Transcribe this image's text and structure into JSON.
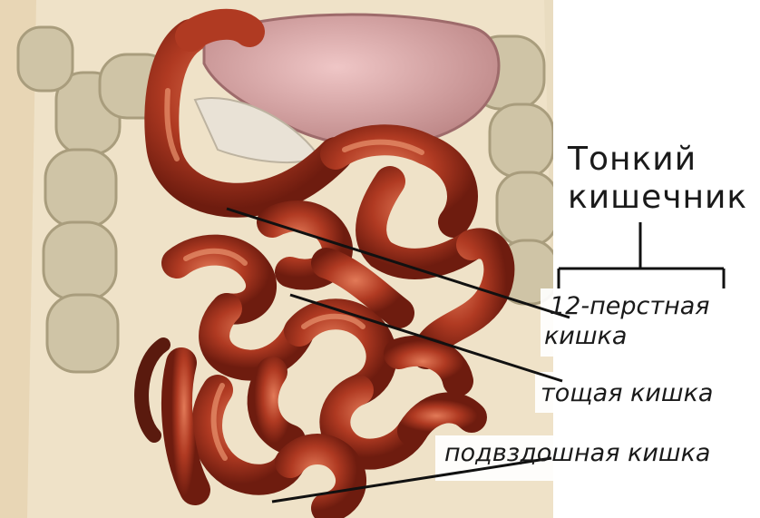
{
  "title": {
    "line1": "Тонкий",
    "line2": "кишечник"
  },
  "labels": {
    "duodenum_line1": "12-перстная",
    "duodenum_line2": "кишка",
    "jejunum": "тощая кишка",
    "ileum": "подвздошная кишка"
  },
  "colors": {
    "intestine": "#b03a22",
    "intestine_dark": "#6e1c0f",
    "intestine_highlight": "#e07a5c",
    "stomach": "#d9a4a4",
    "colon": "#c9bfa4",
    "body": "#efe2c8",
    "leader_line": "#111111"
  }
}
